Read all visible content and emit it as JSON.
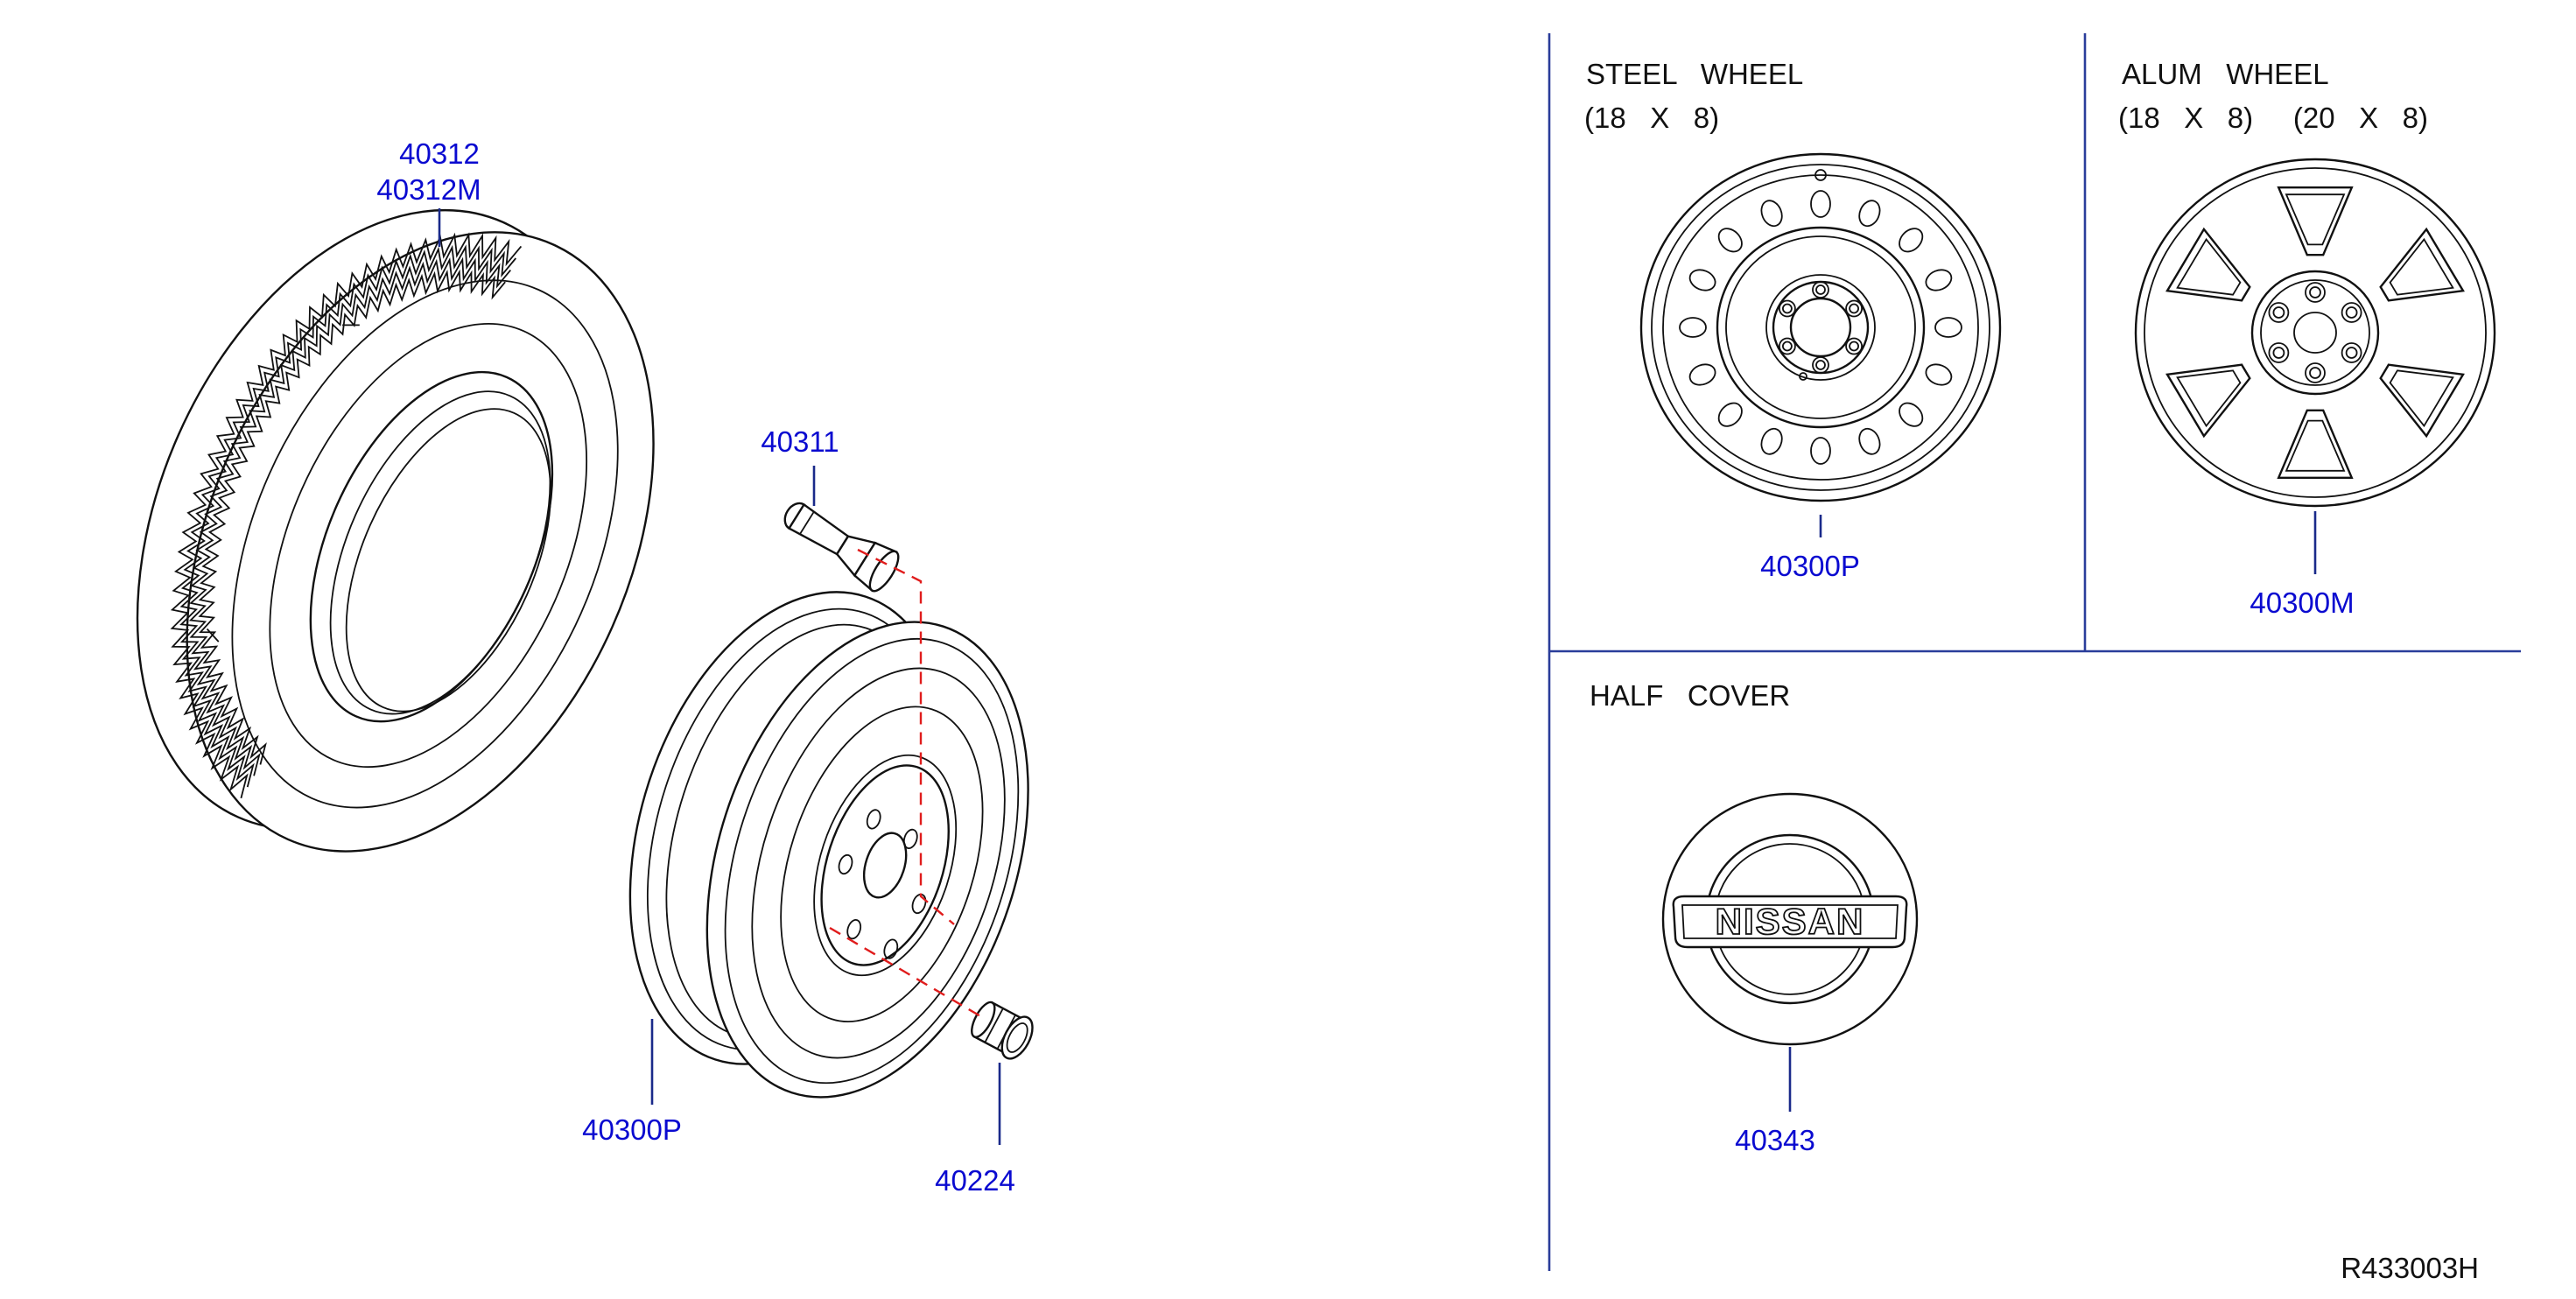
{
  "callouts": {
    "tire_1": "40312",
    "tire_2": "40312M",
    "valve": "40311",
    "wheel_main": "40300P",
    "nut": "40224",
    "steel_wheel": "40300P",
    "alum_wheel": "40300M",
    "half_cover": "40343"
  },
  "panels": {
    "steel": {
      "title": "STEEL   WHEEL",
      "size": "(18   X   8)"
    },
    "alum": {
      "title": "ALUM   WHEEL",
      "size": "(18   X   8)     (20   X   8)"
    },
    "cover": {
      "title": "HALF   COVER",
      "emblem_text": "NISSAN"
    }
  },
  "diagram_ref": "R433003H",
  "colors": {
    "callout": "#0a0ad0",
    "leader": "#1a2a8a",
    "dashed": "#e01c1c",
    "divider": "#2a3d9a"
  }
}
